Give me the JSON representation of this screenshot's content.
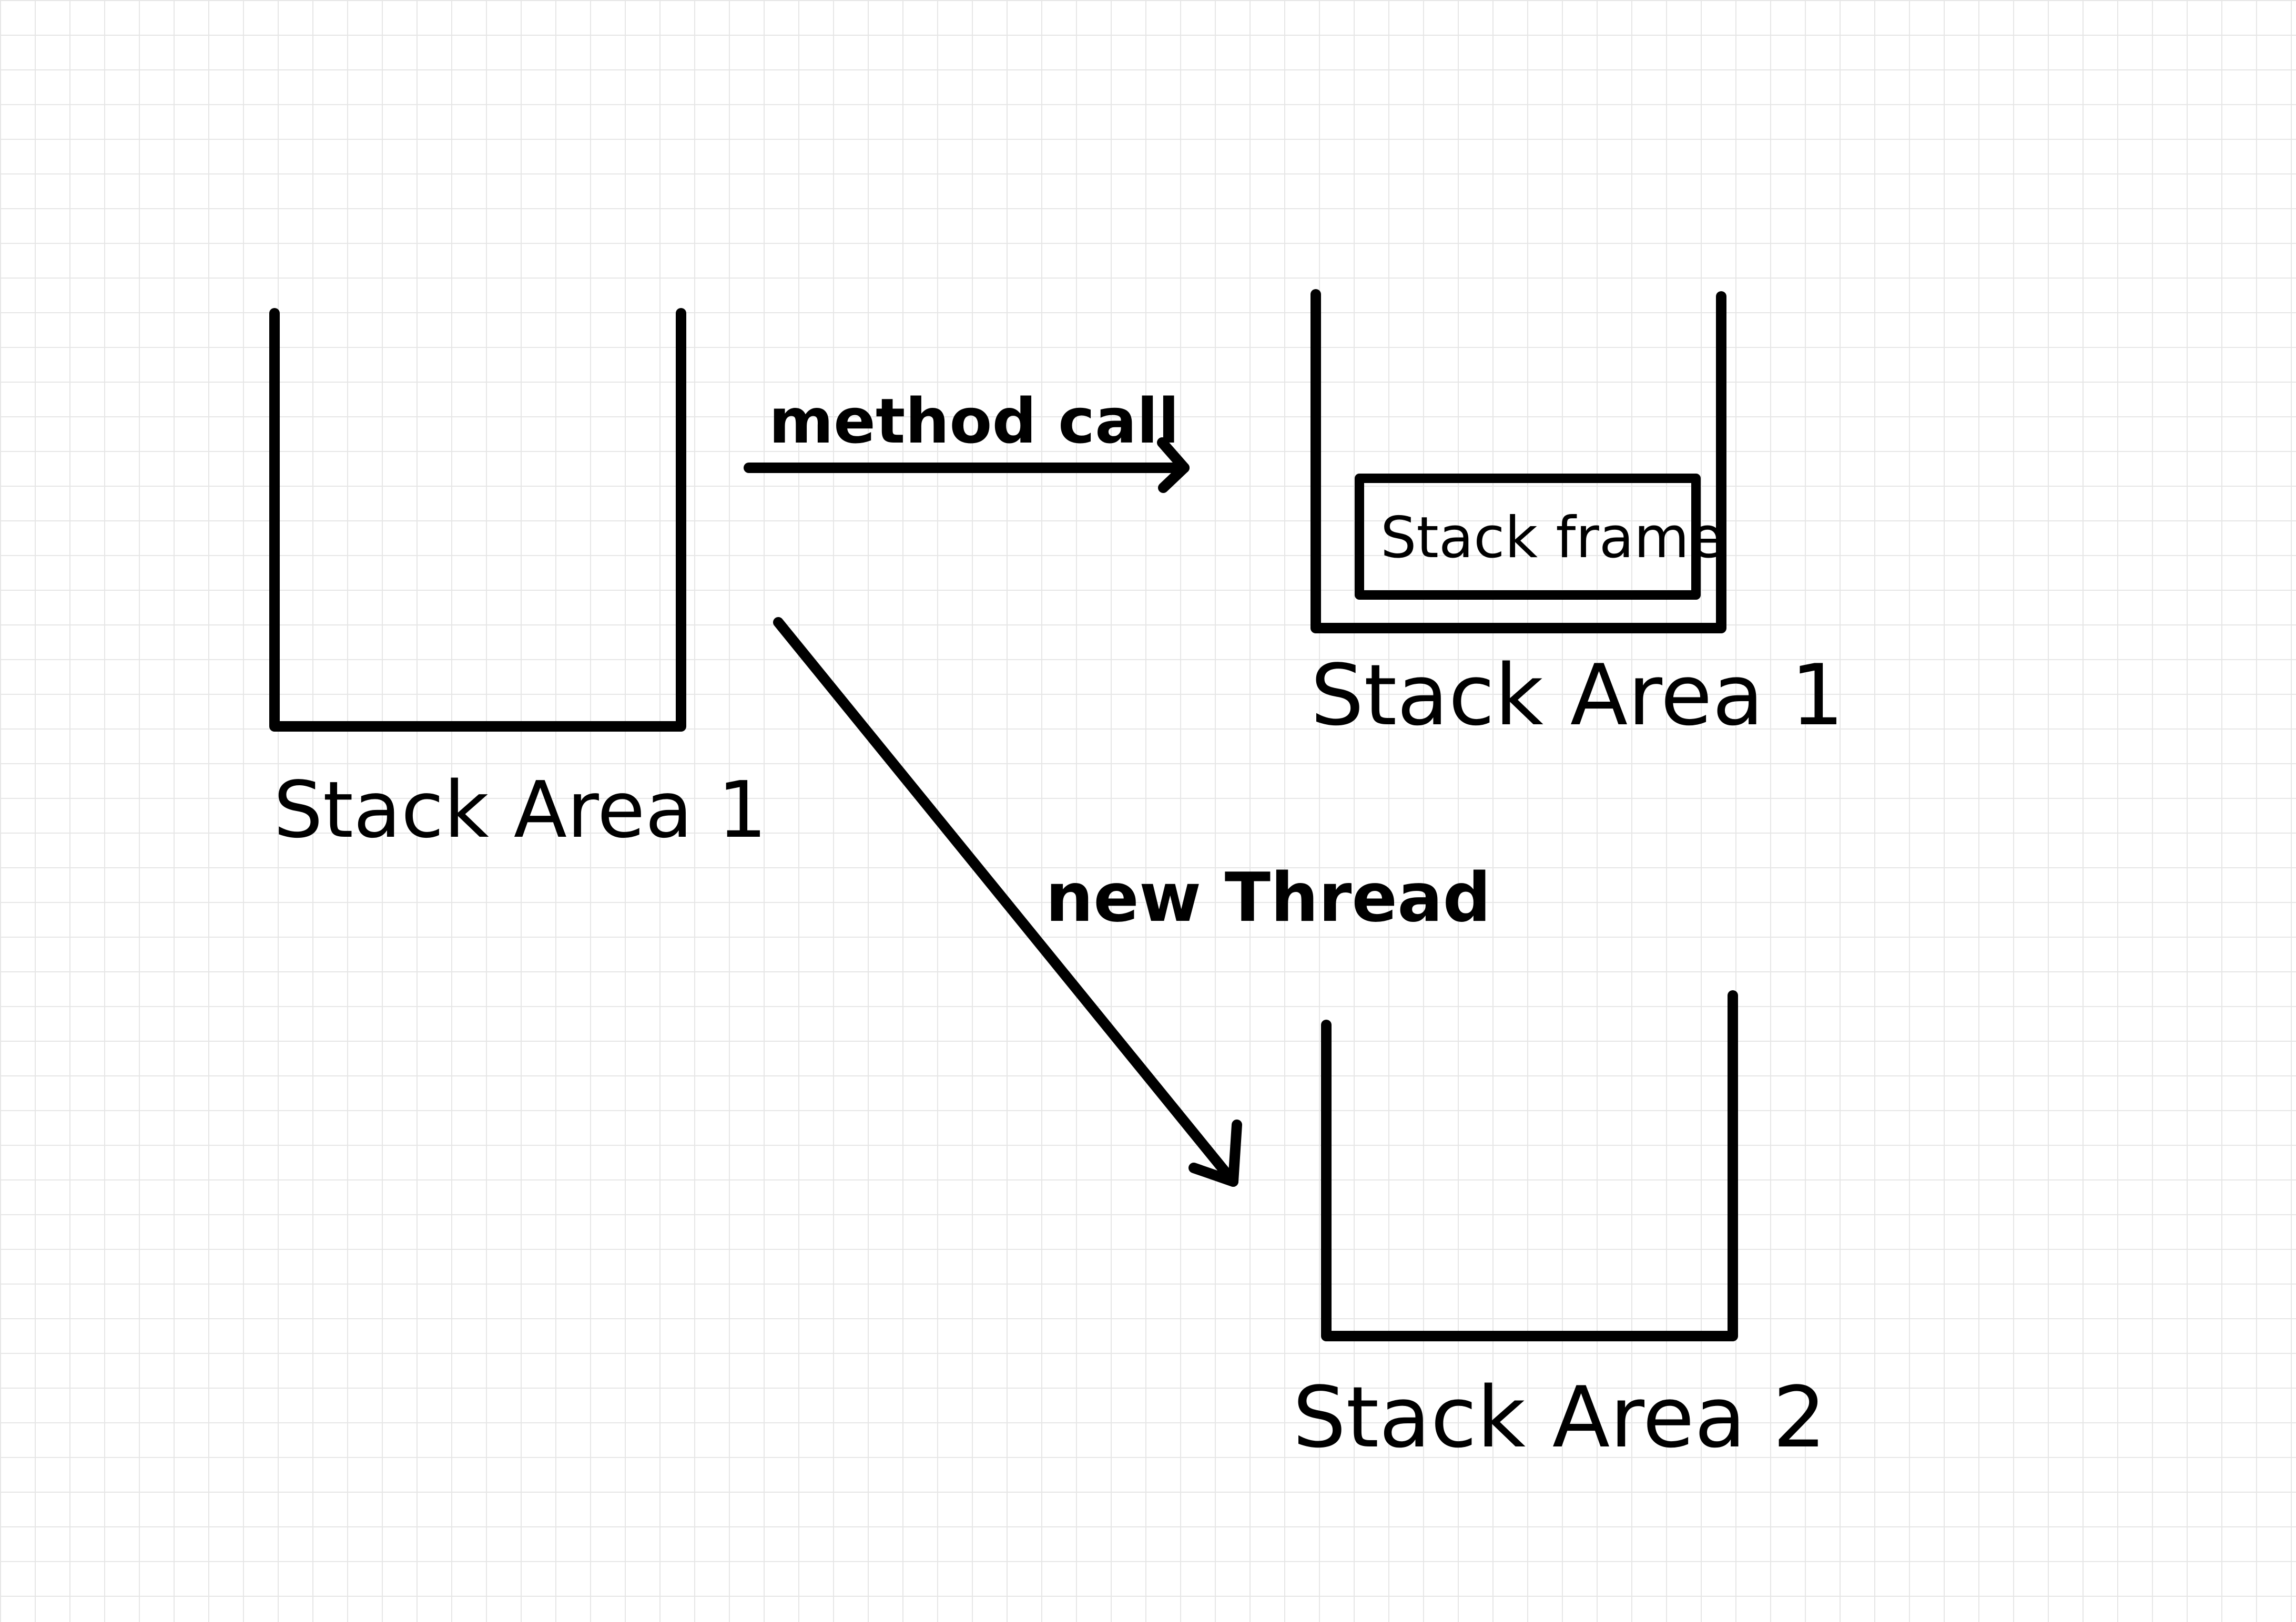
{
  "colors": {
    "ink": "#000000",
    "paper": "#ffffff",
    "grid": "#e6e6e6"
  },
  "stacks": {
    "left": {
      "label": "Stack Area 1"
    },
    "top_right": {
      "label": "Stack Area 1",
      "frame_label": "Stack frame"
    },
    "bottom_right": {
      "label": "Stack Area 2"
    }
  },
  "arrows": {
    "method_call": {
      "label": "method call"
    },
    "new_thread": {
      "label": "new Thread"
    }
  }
}
